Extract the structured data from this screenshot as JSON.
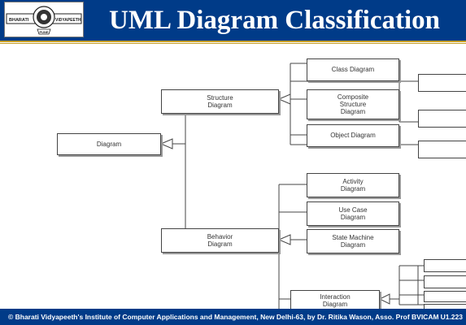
{
  "slide": {
    "title": "UML Diagram Classification",
    "footer_text": "© Bharati Vidyapeeth's Institute of Computer Applications and Management, New Delhi-63, by Dr. Ritika Wason, Asso. Prof BVICAM",
    "page_label": "U1.223"
  },
  "logo": {
    "left_text": "BHARATI",
    "right_text": "VIDYAPEETH",
    "bottom_text": "PUNE"
  },
  "colors": {
    "header_bg": "#003b88",
    "accent_gold": "#c8a028",
    "title_text": "#ffffff"
  },
  "diagram": {
    "root": "Diagram",
    "structure": "Structure\nDiagram",
    "behavior": "Behavior\nDiagram",
    "class": "Class Diagram",
    "composite": "Composite\nStructure\nDiagram",
    "object": "Object Diagram",
    "activity": "Activity\nDiagram",
    "usecase": "Use Case\nDiagram",
    "statemachine": "State Machine\nDiagram",
    "interaction": "Interaction\nDiagram"
  }
}
